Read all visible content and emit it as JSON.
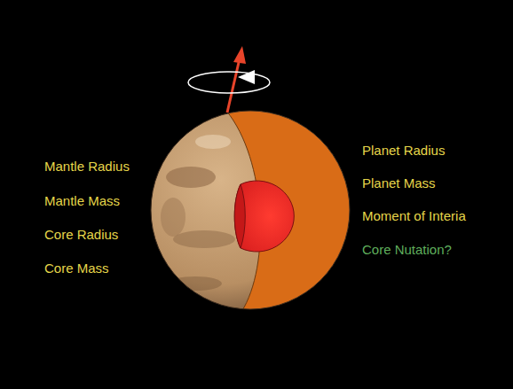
{
  "diagram": {
    "labels": [
      "Mantle Radius",
      "Mantle Mass",
      "Core Radius",
      "Core Mass",
      "Planet Radius",
      "Planet Mass",
      "Moment of Interia",
      "Core Nutation?"
    ]
  }
}
